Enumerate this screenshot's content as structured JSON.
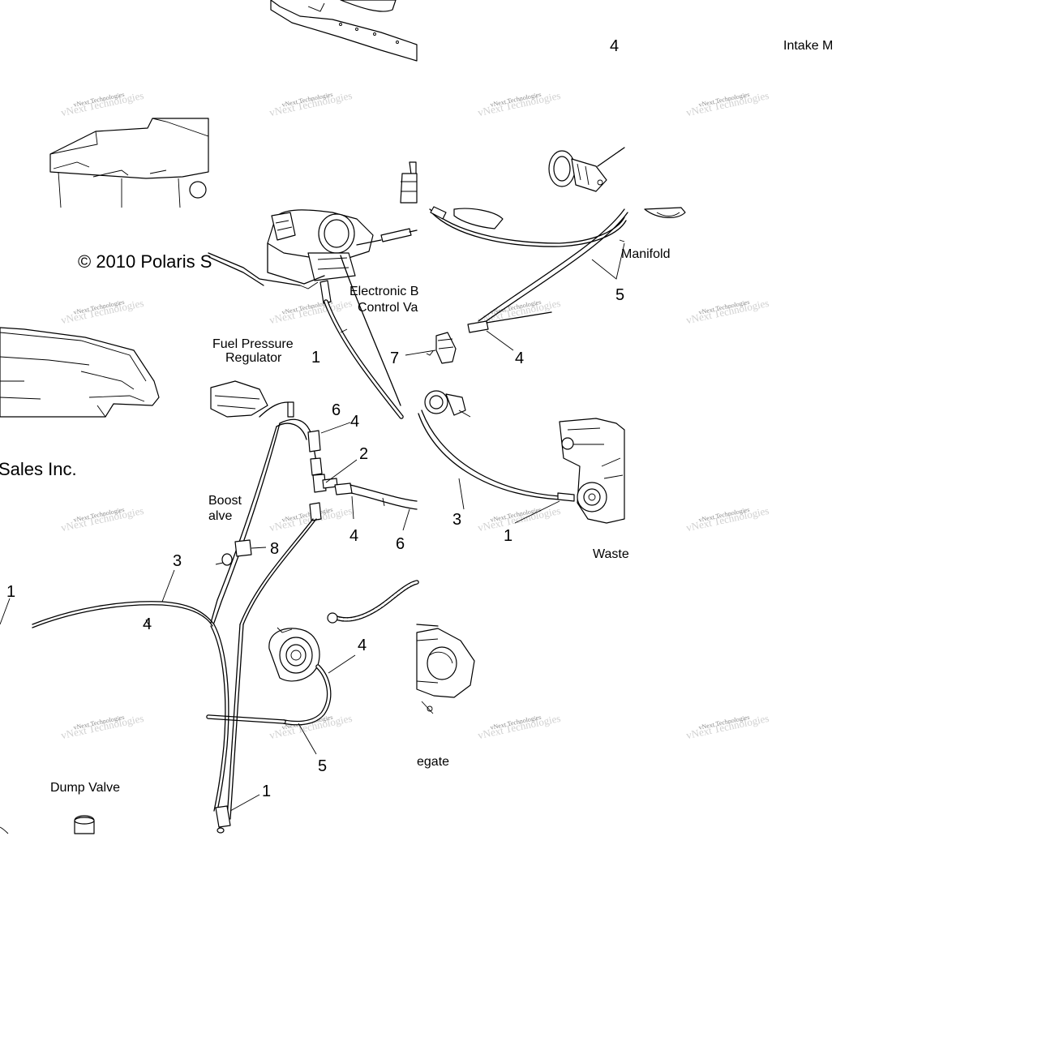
{
  "watermark": {
    "primary": "vNext Technologies",
    "ghost": "vNext Technologies"
  },
  "copyright": {
    "left_fragment": "© 2010 Polaris S",
    "right_fragment": "Sales Inc."
  },
  "labels": {
    "intake_manifold": "Intake M",
    "manifold": "Manifold",
    "ebcv_line1": "Electronic B",
    "ebcv_line2": "Control Va",
    "fpr_line1": "Fuel Pressure",
    "fpr_line2": "Regulator",
    "boost_valve_line1": "Boost",
    "boost_valve_line2": "alve",
    "wastegate_left": "Waste",
    "wastegate_right": "egate",
    "dump_valve": "Dump Valve"
  },
  "callouts": {
    "c1": "4",
    "c2": "5",
    "c3": "1",
    "c4": "6",
    "c5": "7",
    "c6": "4",
    "c7": "4",
    "c8": "2",
    "c9": "4",
    "c10": "6",
    "c11": "8",
    "c12": "3",
    "c13": "3",
    "c14": "1",
    "c15": "1",
    "c16": "4",
    "c17": "4",
    "c18": "5",
    "c19": "1"
  }
}
